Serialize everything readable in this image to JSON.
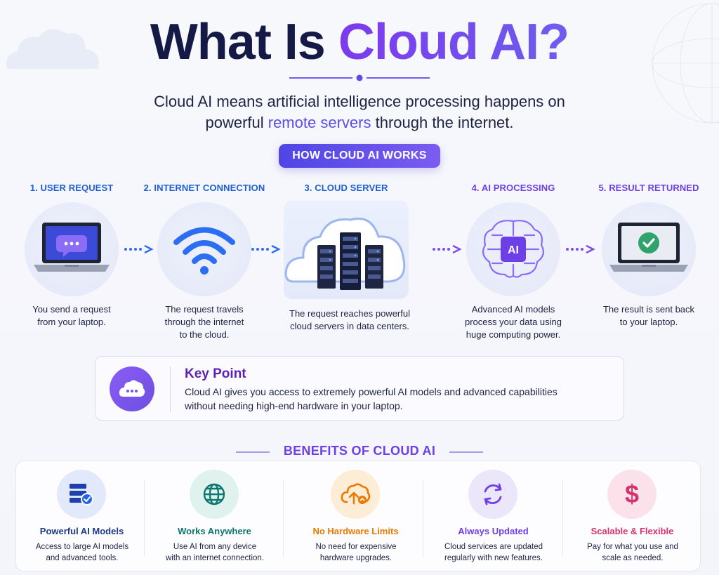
{
  "header": {
    "title_part1": "What Is",
    "title_part2": "Cloud AI?",
    "intro_line1": "Cloud AI means artificial intelligence processing happens on",
    "intro_line2_before": "powerful",
    "intro_line2_highlight": "remote servers",
    "intro_line2_after": "through the internet."
  },
  "how_it_works": {
    "label": "HOW CLOUD AI WORKS",
    "steps": [
      {
        "label": "1. USER REQUEST",
        "desc_lines": [
          "You send a request",
          "from your laptop."
        ],
        "color": "#1d5fd6"
      },
      {
        "label": "2. INTERNET CONNECTION",
        "desc_lines": [
          "The request travels",
          "through the internet",
          "to the cloud."
        ],
        "color": "#1d5fd6"
      },
      {
        "label": "3. CLOUD SERVER",
        "desc_lines": [
          "The request reaches powerful",
          "cloud servers in data centers."
        ],
        "color": "#1d5fd6"
      },
      {
        "label": "4. AI PROCESSING",
        "desc_lines": [
          "Advanced AI models",
          "process your data using",
          "huge computing power."
        ],
        "color": "#6d3fe6"
      },
      {
        "label": "5. RESULT RETURNED",
        "desc_lines": [
          "The result is sent back",
          "to your laptop."
        ],
        "color": "#6d3fe6"
      }
    ],
    "ai_chip_text": "AI"
  },
  "key_point": {
    "title": "Key Point",
    "line1": "Cloud AI gives you access to extremely powerful AI models and advanced capabilities",
    "line2": "without needing high-end hardware in your laptop."
  },
  "benefits": {
    "heading": "BENEFITS OF CLOUD AI",
    "items": [
      {
        "title": "Powerful AI Models",
        "desc_lines": [
          "Access to large AI models",
          "and advanced tools."
        ],
        "color": "#1e3a8a",
        "icon": "server-check-icon"
      },
      {
        "title": "Works Anywhere",
        "desc_lines": [
          "Use AI from any device",
          "with an internet connection."
        ],
        "color": "#0f766e",
        "icon": "globe-icon"
      },
      {
        "title": "No Hardware Limits",
        "desc_lines": [
          "No need for expensive",
          "hardware upgrades."
        ],
        "color": "#ea7a00",
        "icon": "cloud-upload-icon"
      },
      {
        "title": "Always Updated",
        "desc_lines": [
          "Cloud services are updated",
          "regularly with new features."
        ],
        "color": "#6d3fe6",
        "icon": "refresh-icon"
      },
      {
        "title": "Scalable & Flexible",
        "desc_lines": [
          "Pay for what you use and",
          "scale as needed."
        ],
        "color": "#d6336c",
        "icon": "dollar-icon"
      }
    ]
  },
  "colors": {
    "navy": "#141a45",
    "accent_purple": "#6d3fe6",
    "accent_blue": "#1d5fd6"
  }
}
